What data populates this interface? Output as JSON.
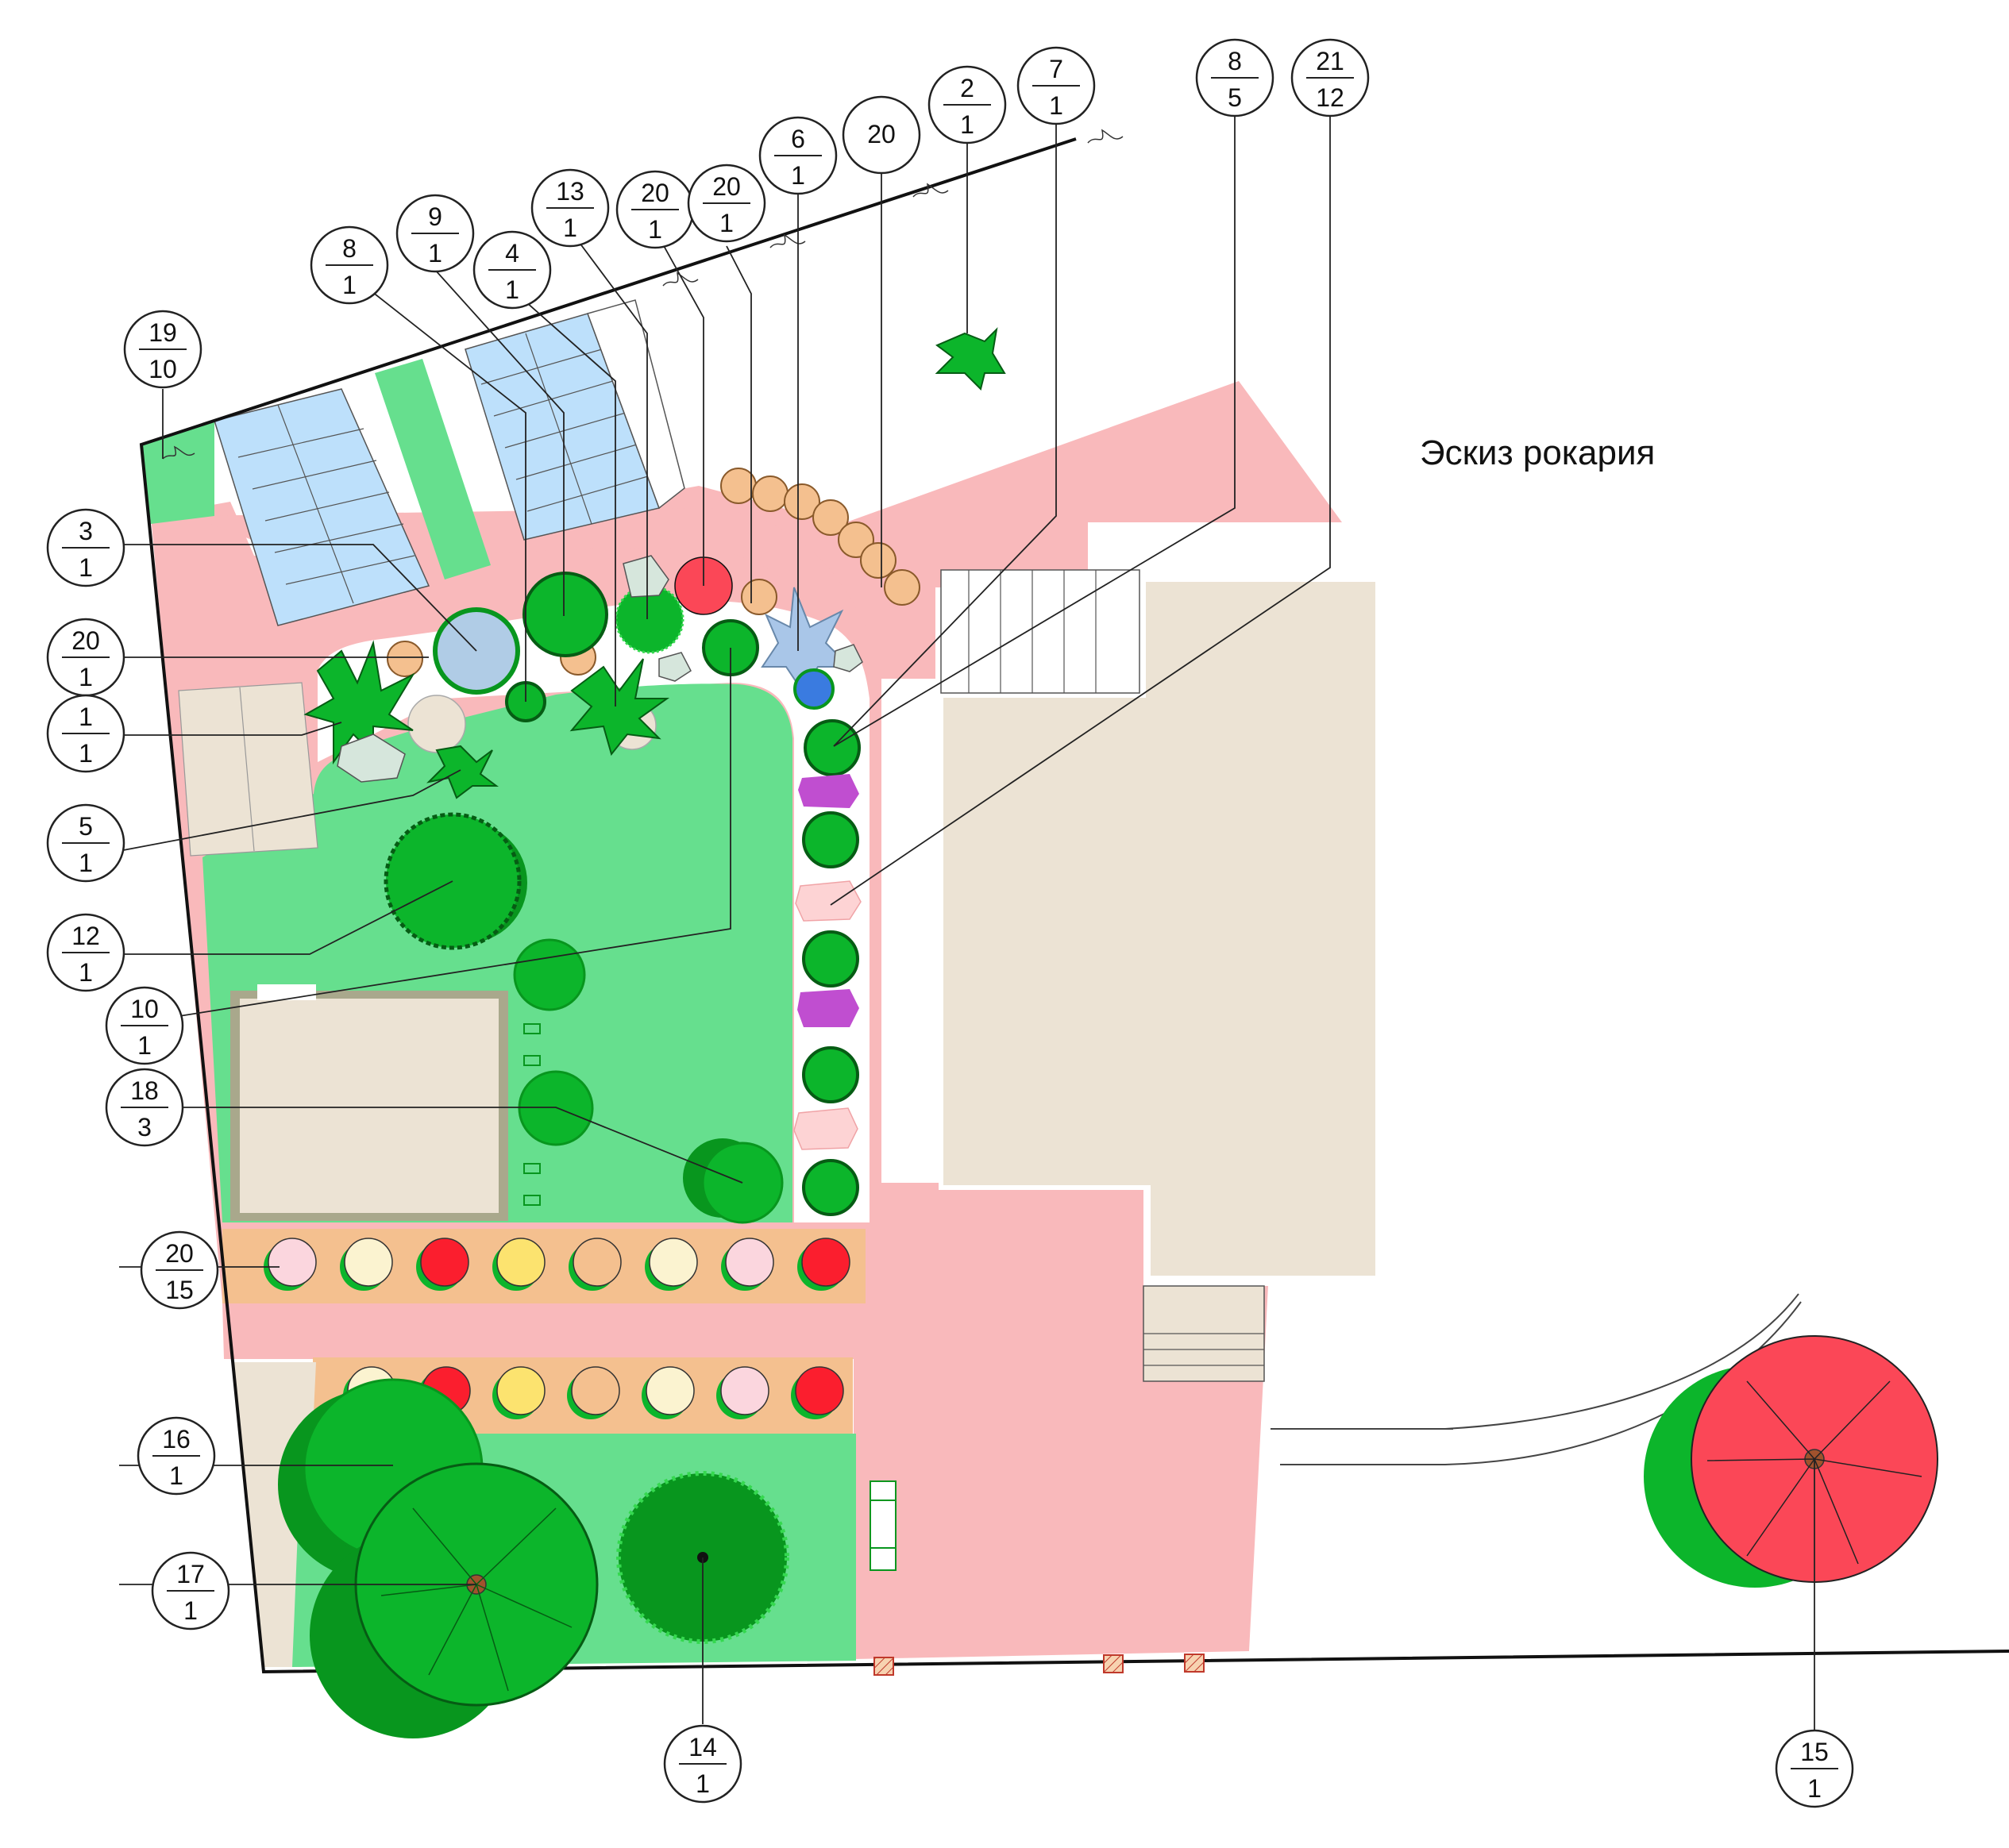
{
  "title": "Эскиз рокария",
  "callouts": [
    {
      "id": "c-2-1",
      "top": "2",
      "bottom": "1"
    },
    {
      "id": "c-7-1",
      "top": "7",
      "bottom": "1"
    },
    {
      "id": "c-8-5",
      "top": "8",
      "bottom": "5"
    },
    {
      "id": "c-21-12",
      "top": "21",
      "bottom": "12"
    },
    {
      "id": "c-20-top",
      "top": "20",
      "bottom": ""
    },
    {
      "id": "c-6-1",
      "top": "6",
      "bottom": "1"
    },
    {
      "id": "c-20-1-a",
      "top": "20",
      "bottom": "1"
    },
    {
      "id": "c-20-1-b",
      "top": "20",
      "bottom": "1"
    },
    {
      "id": "c-13-1",
      "top": "13",
      "bottom": "1"
    },
    {
      "id": "c-9-1",
      "top": "9",
      "bottom": "1"
    },
    {
      "id": "c-4-1",
      "top": "4",
      "bottom": "1"
    },
    {
      "id": "c-8-1",
      "top": "8",
      "bottom": "1"
    },
    {
      "id": "c-19-10",
      "top": "19",
      "bottom": "10"
    },
    {
      "id": "c-3-1",
      "top": "3",
      "bottom": "1"
    },
    {
      "id": "c-20-1-c",
      "top": "20",
      "bottom": "1"
    },
    {
      "id": "c-1-1",
      "top": "1",
      "bottom": "1"
    },
    {
      "id": "c-5-1",
      "top": "5",
      "bottom": "1"
    },
    {
      "id": "c-12-1",
      "top": "12",
      "bottom": "1"
    },
    {
      "id": "c-10-1",
      "top": "10",
      "bottom": "1"
    },
    {
      "id": "c-18-3",
      "top": "18",
      "bottom": "3"
    },
    {
      "id": "c-20-15",
      "top": "20",
      "bottom": "15"
    },
    {
      "id": "c-16-1",
      "top": "16",
      "bottom": "1"
    },
    {
      "id": "c-17-1",
      "top": "17",
      "bottom": "1"
    },
    {
      "id": "c-14-1",
      "top": "14",
      "bottom": "1"
    },
    {
      "id": "c-15-1",
      "top": "15",
      "bottom": "1"
    }
  ],
  "colors": {
    "path_pink": "#f9b9bb",
    "lawn_green": "#66df8e",
    "paving_beige": "#ece3d4",
    "tile_blue": "#bde0fb",
    "flowerbed_orange": "#f4c08f",
    "shrub_green": "#0cb52b",
    "conifer_dark": "#08961e",
    "tree_red": "#fb4757",
    "stone_purple": "#c04ed0"
  }
}
